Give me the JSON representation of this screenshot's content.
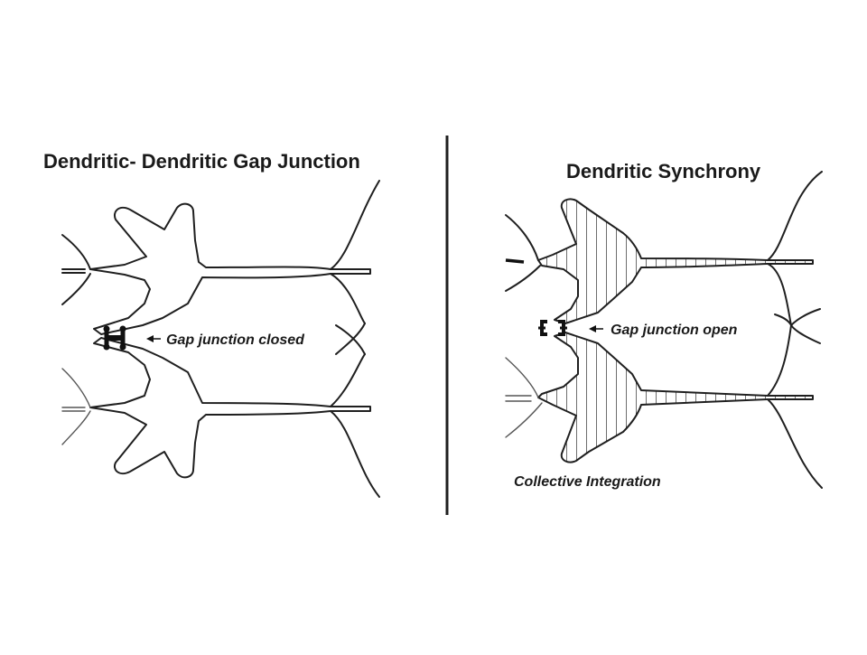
{
  "left_panel": {
    "title": "Dendritic- Dendritic Gap Junction",
    "callout": "Gap junction closed"
  },
  "right_panel": {
    "title": "Dendritic Synchrony",
    "callout": "Gap junction open",
    "caption": "Collective Integration"
  },
  "colors": {
    "line": "#1f1f1f",
    "background": "#ffffff"
  }
}
